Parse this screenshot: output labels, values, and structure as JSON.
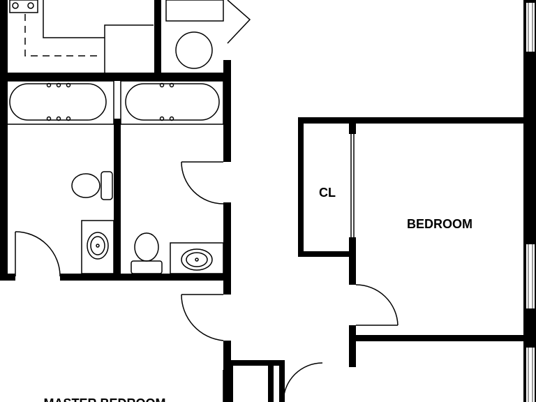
{
  "labels": {
    "closet": "CL",
    "bedroom": "BEDROOM",
    "master_bedroom": "MASTER BEDROOM"
  }
}
